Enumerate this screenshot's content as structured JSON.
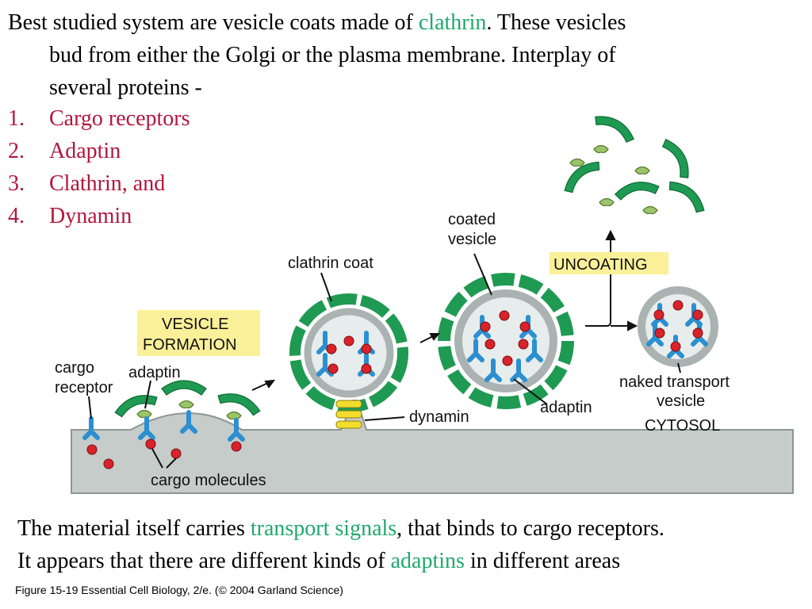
{
  "intro": {
    "line1_a": "Best studied system are vesicle coats made of ",
    "line1_hl": "clathrin",
    "line1_b": ". These vesicles",
    "line2": "bud from either the Golgi or the plasma membrane. Interplay of",
    "line3": "several proteins -"
  },
  "list": [
    {
      "num": "1.",
      "text": "Cargo receptors"
    },
    {
      "num": "2.",
      "text": "Adaptin"
    },
    {
      "num": "3.",
      "text": "Clathrin, and"
    },
    {
      "num": "4.",
      "text": "Dynamin"
    }
  ],
  "figure": {
    "labels": {
      "coated_vesicle_1": "coated",
      "coated_vesicle_2": "vesicle",
      "clathrin_coat": "clathrin coat",
      "uncoating": "UNCOATING",
      "vesicle_formation_1": "VESICLE",
      "vesicle_formation_2": "FORMATION",
      "cargo_receptor_1": "cargo",
      "cargo_receptor_2": "receptor",
      "adaptin_left": "adaptin",
      "dynamin": "dynamin",
      "adaptin_right": "adaptin",
      "naked_1": "naked transport",
      "naked_2": "vesicle",
      "cytosol": "CYTOSOL",
      "cargo_molecules": "cargo molecules"
    },
    "colors": {
      "clathrin": "#1f9a52",
      "adaptin": "#9cc46a",
      "receptor": "#2b8fd0",
      "cargo": "#d8232a",
      "membrane": "#b9c1bf",
      "dynamin": "#f2dc2e",
      "label_box": "#fbf09a"
    }
  },
  "para": {
    "l1_a": "The material itself carries ",
    "l1_hl": "transport signals",
    "l1_b": ", that binds to cargo receptors.",
    "l2_a": "It appears that there are different kinds of ",
    "l2_hl": "adaptins",
    "l2_b": " in different areas"
  },
  "caption": "Figure 15-19  Essential Cell Biology, 2/e. (© 2004 Garland Science)"
}
